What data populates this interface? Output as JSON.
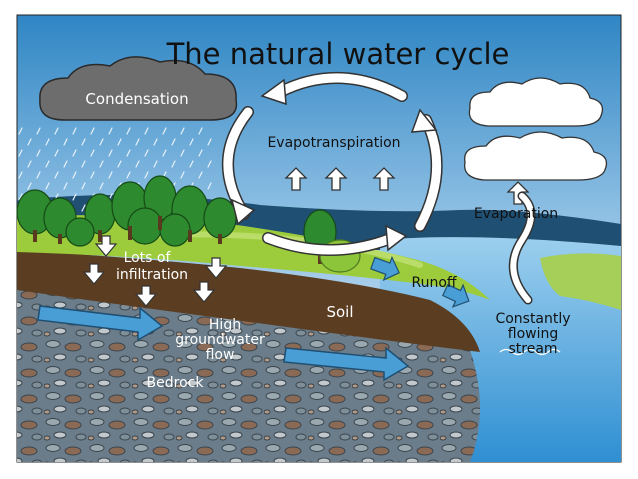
{
  "title": "The natural water cycle",
  "labels": {
    "condensation": "Condensation",
    "evapotranspiration": "Evapotranspiration",
    "evaporation": "Evaporation",
    "infiltration_line1": "Lots of",
    "infiltration_line2": "infiltration",
    "runoff": "Runoff",
    "soil": "Soil",
    "groundwater_line1": "High",
    "groundwater_line2": "groundwater",
    "groundwater_line3": "flow",
    "bedrock": "Bedrock",
    "stream_line1": "Constantly",
    "stream_line2": "flowing",
    "stream_line3": "stream"
  },
  "colors": {
    "sky_top": "#3a8ec8",
    "sky_bottom": "#dcebf6",
    "grass": "#9ccc3c",
    "soil": "#5b3d22",
    "bedrock": "#6f8290",
    "water": "#3a9ad8",
    "flow_arrow": "#4a9ed6",
    "tree": "#2e8a2e"
  }
}
